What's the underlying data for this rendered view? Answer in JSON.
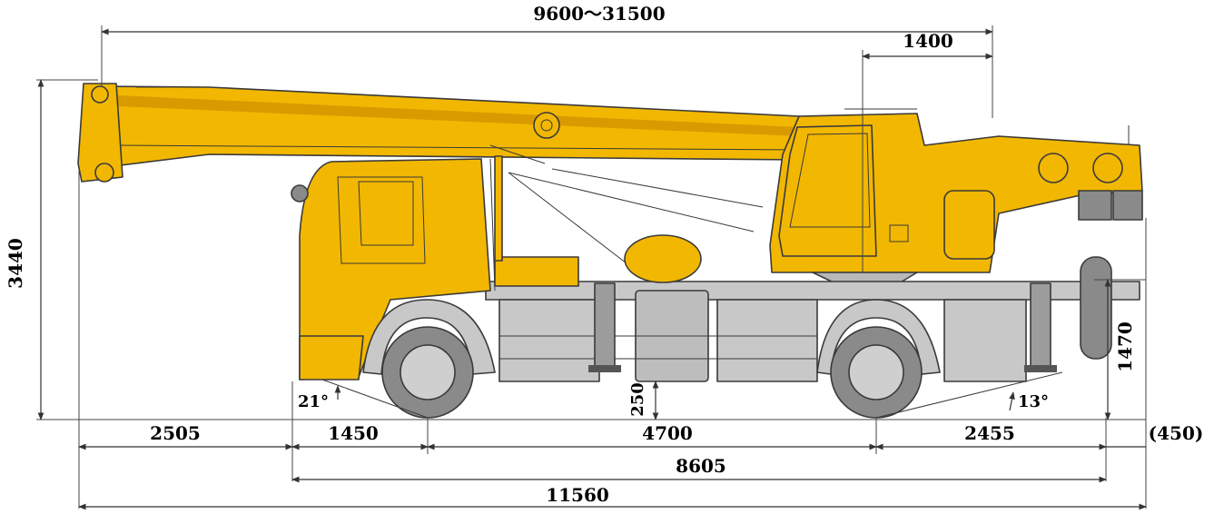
{
  "dimensions": {
    "boom_reach": "9600～31500",
    "boom_offset": "1400",
    "overall_height": "3440",
    "front_overhang": "2505",
    "front_axle_offset": "1450",
    "wheelbase": "4700",
    "rear_overhang": "2455",
    "rear_extension": "(450)",
    "chassis_length": "8605",
    "overall_length": "11560",
    "ground_clearance": "250",
    "outrigger_height": "1470",
    "approach_angle": "21°",
    "departure_angle": "13°"
  },
  "colors": {
    "body_yellow": "#f2b700",
    "body_yellow_dark": "#d99a00",
    "chassis_gray": "#c8c8c8",
    "tire_gray": "#8a8a8a",
    "hub_gray": "#cfcfcf",
    "line": "#333333"
  }
}
